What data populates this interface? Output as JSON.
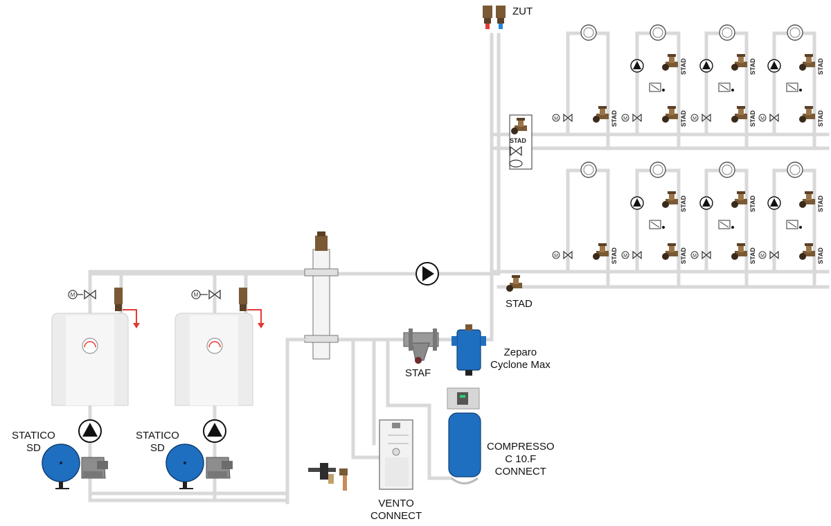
{
  "labels": {
    "zut": "ZUT",
    "stad": "STAD",
    "staf": "STAF",
    "zeparo_line1": "Zeparo",
    "zeparo_line2": "Cyclone Max",
    "compresso_line1": "COMPRESSO",
    "compresso_line2": "C 10.F",
    "compresso_line3": "CONNECT",
    "vento_line1": "VENTO",
    "vento_line2": "CONNECT",
    "statico_line1": "STATICO",
    "statico_line2": "SD",
    "small_stad": "STAD",
    "motor_m": "M"
  },
  "colors": {
    "pipe": "#d9d9d9",
    "pipe_edge": "#b5b5b5",
    "pump": "#111111",
    "valve_bronze": "#7a5a35",
    "vessel_blue": "#1f6fc0",
    "boiler_body": "#ececec",
    "arrow_red": "#e53935",
    "supply_red": "#e53935",
    "return_blue": "#1e88e5"
  }
}
